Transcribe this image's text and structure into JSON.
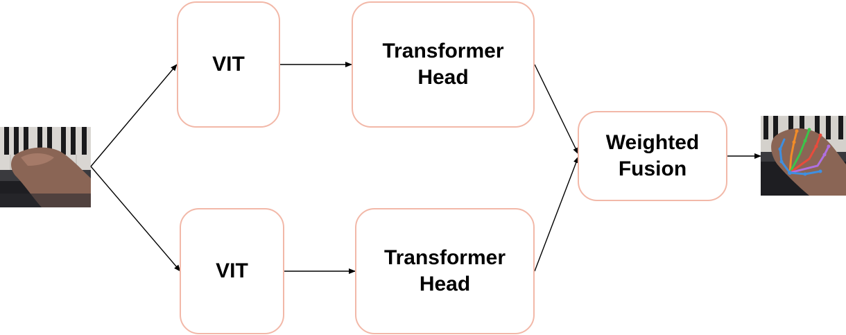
{
  "nodes": {
    "vit_top": {
      "lines": [
        "VIT"
      ]
    },
    "transformer_head_top": {
      "lines": [
        "Transformer",
        "Head"
      ]
    },
    "vit_bottom": {
      "lines": [
        "VIT"
      ]
    },
    "transformer_head_bottom": {
      "lines": [
        "Transformer",
        "Head"
      ]
    },
    "weighted_fusion": {
      "lines": [
        "Weighted",
        "Fusion"
      ]
    }
  },
  "edges": [
    {
      "from": "input-image",
      "to": "vit_top"
    },
    {
      "from": "input-image",
      "to": "vit_bottom"
    },
    {
      "from": "vit_top",
      "to": "transformer_head_top"
    },
    {
      "from": "vit_bottom",
      "to": "transformer_head_bottom"
    },
    {
      "from": "transformer_head_top",
      "to": "weighted_fusion"
    },
    {
      "from": "transformer_head_bottom",
      "to": "weighted_fusion"
    },
    {
      "from": "weighted_fusion",
      "to": "output-image"
    }
  ],
  "colors": {
    "box_border": "#f2b8a8",
    "arrow": "#000000",
    "text": "#000000"
  }
}
